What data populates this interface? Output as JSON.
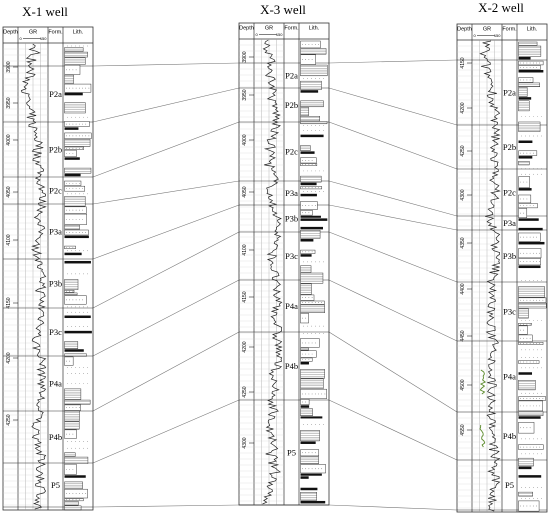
{
  "wells": [
    {
      "title": "X-1 well",
      "headers": {
        "depth": "Depth",
        "gr": "GR",
        "form": "Form.",
        "lith": "Lith."
      },
      "gr_scale": {
        "min": "0",
        "max": "150"
      },
      "depth_labels": [
        "3900",
        "3950",
        "4000",
        "4050",
        "4100",
        "4150",
        "4200",
        "4250"
      ],
      "formations": [
        "P2a",
        "P2b",
        "P2c",
        "P3a",
        "P3b",
        "P3c",
        "P4a",
        "P4b",
        "P5"
      ]
    },
    {
      "title": "X-3 well",
      "headers": {
        "depth": "Depth",
        "gr": "GR",
        "form": "Form.",
        "lith": "Lith."
      },
      "gr_scale": {
        "min": "0",
        "max": "150"
      },
      "depth_labels": [
        "3900",
        "3950",
        "4000",
        "4050",
        "4100",
        "4150",
        "4200",
        "4250",
        "4300"
      ],
      "formations": [
        "P2a",
        "P2b",
        "P2c",
        "P3a",
        "P3b",
        "P3c",
        "P4a",
        "P4b",
        "P5"
      ]
    },
    {
      "title": "X-2 well",
      "headers": {
        "depth": "Depth",
        "gr": "GR",
        "form": "Form.",
        "lith": "Lith."
      },
      "gr_scale": {
        "min": "0",
        "max": "150"
      },
      "depth_labels": [
        "4150",
        "4200",
        "4250",
        "4300",
        "4350",
        "4400",
        "4450",
        "4500",
        "4550"
      ],
      "formations": [
        "P2a",
        "P2b",
        "P2c",
        "P3a",
        "P3b",
        "P3c",
        "P4a",
        "P4b",
        "P5"
      ]
    }
  ],
  "colors": {
    "log": "#222222",
    "grid": "#9a9a9a",
    "frame": "#333333",
    "correlation": "#777777",
    "gr_highlight": "#5a8a2a"
  }
}
